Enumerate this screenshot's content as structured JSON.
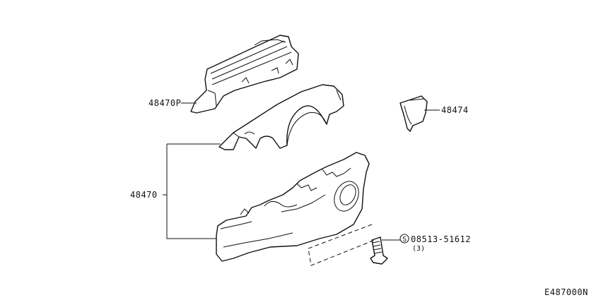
{
  "parts": {
    "upper_cover_label": "48470P",
    "collar_label": "48474",
    "cover_set_label": "48470",
    "screw_label": "08513-51612",
    "screw_qty": "(3)",
    "screw_symbol": "S"
  },
  "diagram_code": "E487000N"
}
